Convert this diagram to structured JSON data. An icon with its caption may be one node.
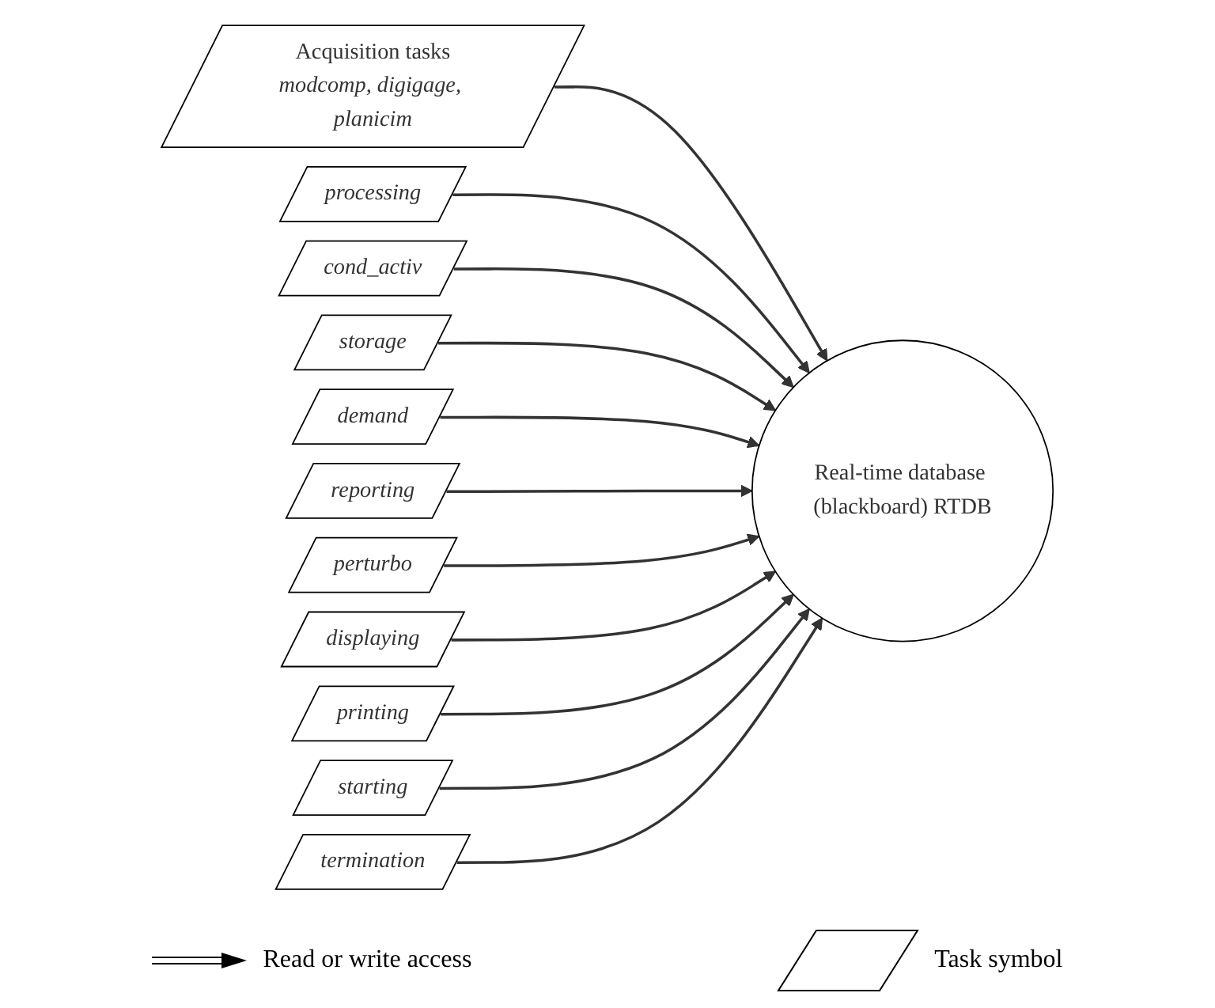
{
  "diagram": {
    "nodes": [
      {
        "text": [
          "Acquisition tasks",
          "modcomp, digigage, planicim"
        ]
      },
      {
        "text": [
          "processing"
        ]
      },
      {
        "text": [
          "cond_activ"
        ]
      },
      {
        "text": [
          "storage"
        ]
      },
      {
        "text": [
          "demand"
        ]
      },
      {
        "text": [
          "reporting"
        ]
      },
      {
        "text": [
          "Real-time database (blackboard) RTDB"
        ]
      },
      {
        "text": [
          "perturbo"
        ]
      },
      {
        "text": [
          "displaying"
        ]
      },
      {
        "text": [
          "printing"
        ]
      },
      {
        "text": [
          "starting"
        ]
      },
      {
        "text": [
          "termination"
        ]
      }
    ],
    "edges": [
      {
        "from": 0,
        "to": 6,
        "arrow": "to"
      },
      {
        "from": 1,
        "to": 6,
        "arrow": "to"
      },
      {
        "from": 2,
        "to": 6,
        "arrow": "to"
      },
      {
        "from": 3,
        "to": 6,
        "arrow": "to"
      },
      {
        "from": 4,
        "to": 6,
        "arrow": "to"
      },
      {
        "from": 5,
        "to": 6,
        "arrow": "to"
      },
      {
        "from": 7,
        "to": 6,
        "arrow": "to"
      },
      {
        "from": 8,
        "to": 6,
        "arrow": "to"
      },
      {
        "from": 9,
        "to": 6,
        "arrow": "to"
      },
      {
        "from": 10,
        "to": 6,
        "arrow": "to"
      },
      {
        "from": 11,
        "to": 6,
        "arrow": "to"
      }
    ],
    "legend": [
      {
        "text": "Read or write access"
      },
      {
        "text": "Task symbol"
      }
    ]
  }
}
